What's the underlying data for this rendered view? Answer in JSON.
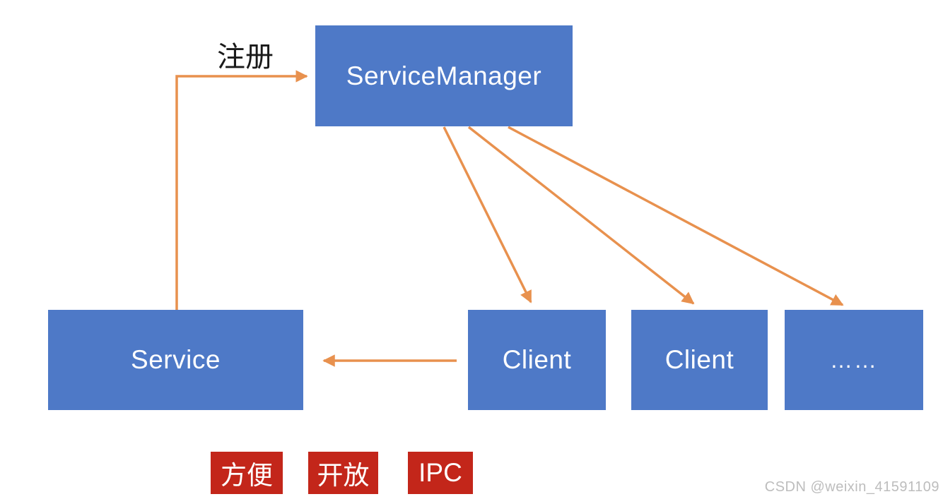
{
  "diagram": {
    "nodes": {
      "service_manager": {
        "label": "ServiceManager"
      },
      "service": {
        "label": "Service"
      },
      "client1": {
        "label": "Client"
      },
      "client2": {
        "label": "Client"
      },
      "more": {
        "label": "……"
      }
    },
    "edges": {
      "register_label": "注册"
    },
    "badges": [
      {
        "label": "方便"
      },
      {
        "label": "开放"
      },
      {
        "label": "IPC"
      }
    ],
    "colors": {
      "node_blue": "#4E79C7",
      "arrow_orange": "#E8914E",
      "badge_red": "#C3261A",
      "label_black": "#1A1A1A",
      "watermark_gray": "#BDBDBD"
    },
    "watermark": "CSDN @weixin_41591109"
  }
}
